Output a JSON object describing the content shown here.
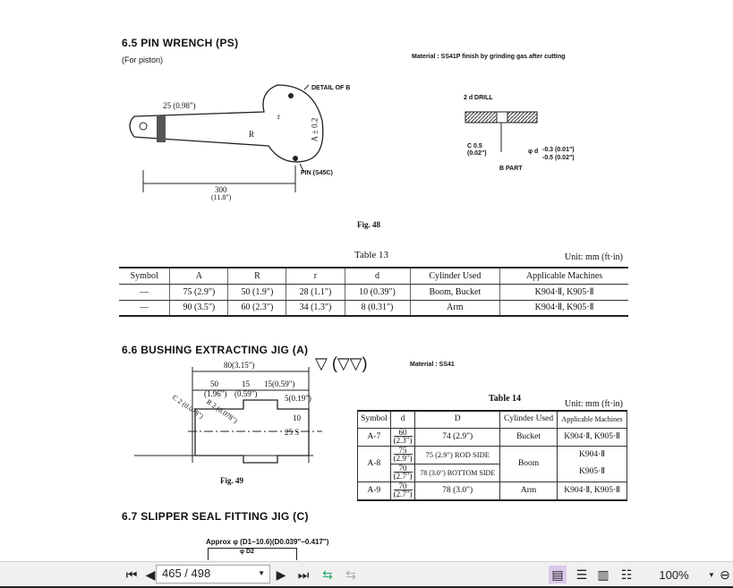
{
  "document": {
    "s65": {
      "title": "6.5  PIN WRENCH (PS)",
      "subtitle": "(For piston)",
      "material": "Material : SS41P finish by grinding gas after cutting"
    },
    "fig48": {
      "caption": "Fig. 48",
      "detail": "DETAIL OF B",
      "dim_25": "25 (0.98\")",
      "dim_300": "300",
      "dim_300_in": "(11.8\")",
      "pin": "PIN (S45C)",
      "drill": "2 d DRILL",
      "bpart": "B PART",
      "chamfer": "C 0.5",
      "chamfer_in": "(0.02\")",
      "tol": "-0.3 (0.01\")",
      "tol2": "-0.5 (0.02\")",
      "labels": {
        "R": "R",
        "r": "r",
        "A": "A ± 0.2",
        "d": "φ d"
      }
    },
    "table13": {
      "title": "Table 13",
      "unit": "Unit: mm (ft·in)",
      "headers": [
        "Symbol",
        "A",
        "R",
        "r",
        "d",
        "Cylinder Used",
        "Applicable Machines"
      ],
      "rows": [
        [
          "—",
          "75 (2.9\")",
          "50 (1.9\")",
          "28 (1.1\")",
          "10 (0.39\")",
          "Boom, Bucket",
          "K904·Ⅱ, K905·Ⅱ"
        ],
        [
          "—",
          "90 (3.5\")",
          "60 (2.3\")",
          "34 (1.3\")",
          "8 (0.31\")",
          "Arm",
          "K904·Ⅱ, K905·Ⅱ"
        ]
      ]
    },
    "s66": {
      "title": "6.6  BUSHING EXTRACTING JIG (A)",
      "material": "Material : SS41",
      "finish_symbols": "▽  (▽▽)"
    },
    "fig49": {
      "caption": "Fig. 49",
      "dim_80": "80(3.15\")",
      "dim_50": "50",
      "dim_50_in": "(1.96\")",
      "dim_15a": "15",
      "dim_15a_in": "(0.59\")",
      "dim_15b": "15(0.59\")",
      "dim_5": "5(0.19\")",
      "dim_10": "10",
      "dim_25s": "25 S",
      "r2": "R 2 (0.078\")",
      "c2": "C 2 (0.078\")"
    },
    "table14": {
      "title": "Table 14",
      "unit": "Unit: mm (ft·in)",
      "headers": [
        "Symbol",
        "d",
        "D",
        "Cylinder Used",
        "Applicable Machines"
      ],
      "rows": [
        {
          "symbol": "A-7",
          "d": [
            "60",
            "(2.3\")"
          ],
          "D": "74 (2.9\")",
          "cyl": "Bucket",
          "mach": "K904·Ⅱ, K905·Ⅱ"
        },
        {
          "symbol": "A-8",
          "d": [
            "75",
            "(2.9\")"
          ],
          "D": "75 (2.9\") ROD SIDE",
          "cyl": "Boom",
          "mach": "K904·Ⅱ"
        },
        {
          "d": [
            "70",
            "(2.7\")"
          ],
          "D": "78 (3.0\") BOTTOM SIDE",
          "mach": "K905·Ⅱ"
        },
        {
          "symbol": "A-9",
          "d": [
            "70",
            "(2.7\")"
          ],
          "D": "78 (3.0\")",
          "cyl": "Arm",
          "mach": "K904·Ⅱ, K905·Ⅱ"
        }
      ]
    },
    "s67": {
      "title": "6.7  SLIPPER SEAL FITTING JIG (C)",
      "approx": "Approx φ (D1−10.6)(D0.039\"−0.417\")",
      "d2": "φ D2"
    }
  },
  "toolbar": {
    "page_value": "465 / 498",
    "zoom": "100%"
  }
}
